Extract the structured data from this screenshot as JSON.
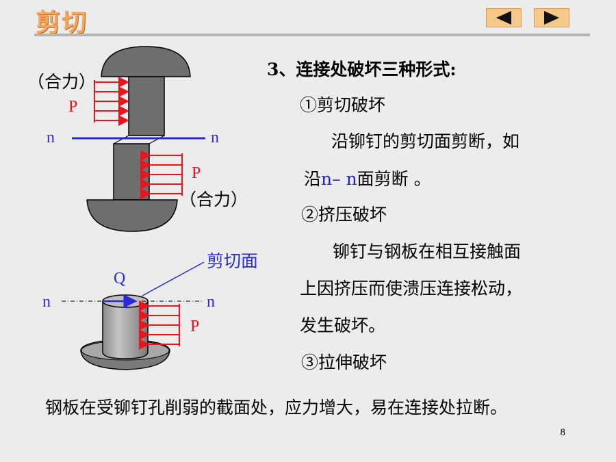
{
  "header": {
    "title": "剪切"
  },
  "nav": {
    "prev_icon": "triangle-left-icon",
    "next_icon": "triangle-right-icon"
  },
  "diagram": {
    "top": {
      "resultant_left": "（合力）",
      "p_left": "P",
      "n_left": "n",
      "n_right": "n",
      "p_right": "P",
      "resultant_right": "（合力）"
    },
    "bottom": {
      "shear_plane": "剪切面",
      "q": "Q",
      "n_left": "n",
      "n_right": "n",
      "p": "P"
    },
    "colors": {
      "force": "#e8141e",
      "section": "#2a2ad8",
      "rivet": "#6e6e6e"
    }
  },
  "content": {
    "heading": "3、连接处破坏三种形式:",
    "item1": "①剪切破坏",
    "item1_line1": "沿铆钉的剪切面剪断，如",
    "item1_line2_pre": "沿",
    "item1_line2_nn": "n– n",
    "item1_line2_post": "面剪断 。",
    "item2": "②挤压破坏",
    "item2_line1": "铆钉与钢板在相互接触面",
    "item2_line2": "上因挤压而使溃压连接松动，",
    "item2_line3": "发生破坏。",
    "item3": "③拉伸破坏",
    "footer": "钢板在受铆钉孔削弱的截面处，应力增大，易在连接处拉断。"
  },
  "page_number": "8"
}
